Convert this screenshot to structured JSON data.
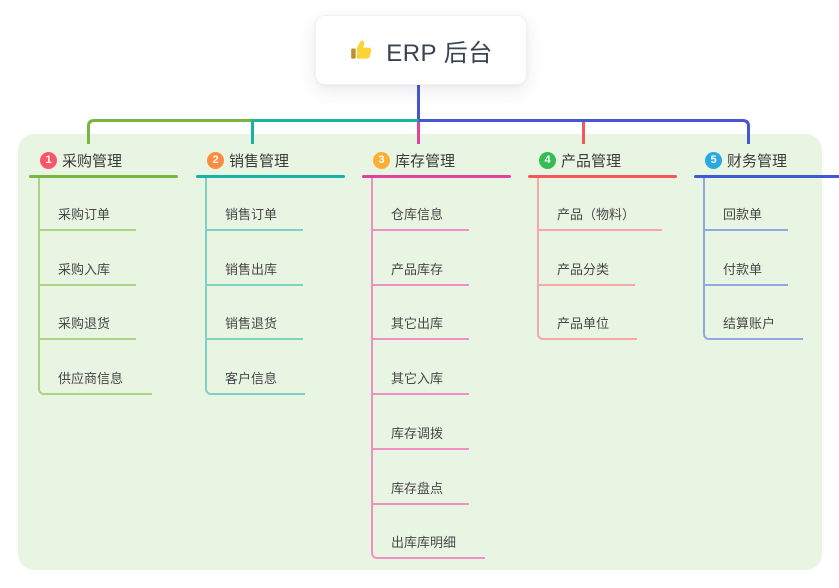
{
  "root": {
    "label": "ERP 后台",
    "icon": "thumbs-up-icon"
  },
  "branches": [
    {
      "index": "1",
      "label": "采购管理",
      "children": [
        "采购订单",
        "采购入库",
        "采购退货",
        "供应商信息"
      ],
      "colors": {
        "badge": "#f9566b",
        "line": "#7ab53f",
        "child_line": "#a9d387"
      }
    },
    {
      "index": "2",
      "label": "销售管理",
      "children": [
        "销售订单",
        "销售出库",
        "销售退货",
        "客户信息"
      ],
      "colors": {
        "badge": "#fb8c41",
        "line": "#16b3a6",
        "child_line": "#7fd0c5"
      }
    },
    {
      "index": "3",
      "label": "库存管理",
      "children": [
        "仓库信息",
        "产品库存",
        "其它出库",
        "其它入库",
        "库存调拨",
        "库存盘点",
        "出库库明细"
      ],
      "colors": {
        "badge": "#fbb033",
        "line": "#e0439b",
        "child_line": "#f091c4"
      }
    },
    {
      "index": "4",
      "label": "产品管理",
      "children": [
        "产品（物料）",
        "产品分类",
        "产品单位"
      ],
      "colors": {
        "badge": "#35bd55",
        "line": "#f5585a",
        "child_line": "#f8a6a6"
      }
    },
    {
      "index": "5",
      "label": "财务管理",
      "children": [
        "回款单",
        "付款单",
        "结算账户"
      ],
      "colors": {
        "badge": "#29a9e1",
        "line": "#3e59d3",
        "child_line": "#92a6e2"
      }
    }
  ],
  "connector_color": "#4657ce",
  "panel_color": "#e9f5e3",
  "canvas_color": "#ffffff"
}
